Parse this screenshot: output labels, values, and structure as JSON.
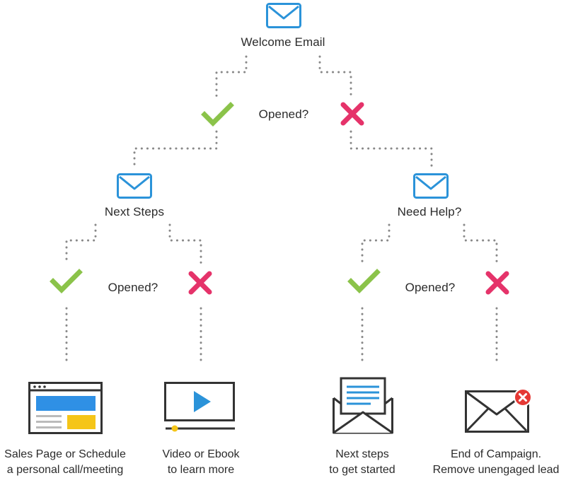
{
  "nodes": {
    "welcome_email": "Welcome Email",
    "opened_1": "Opened?",
    "next_steps": "Next Steps",
    "need_help": "Need Help?",
    "opened_2": "Opened?",
    "opened_3": "Opened?"
  },
  "outcomes": [
    {
      "line1": "Sales Page or Schedule",
      "line2": "a personal call/meeting",
      "icon": "browser-page-icon"
    },
    {
      "line1": "Video or Ebook",
      "line2": "to learn more",
      "icon": "video-player-icon"
    },
    {
      "line1": "Next steps",
      "line2": "to get started",
      "icon": "open-envelope-letter-icon"
    },
    {
      "line1": "End of Campaign.",
      "line2": "Remove unengaged lead",
      "icon": "envelope-error-icon"
    }
  ],
  "colors": {
    "email_icon": "#2b93d9",
    "check": "#8bc34a",
    "cross": "#e5336a",
    "outline": "#333333",
    "video_play": "#2b93d9",
    "page_blue": "#2f90e5",
    "page_yellow": "#f5c518",
    "error_badge": "#e53935",
    "dots": "#888888"
  }
}
